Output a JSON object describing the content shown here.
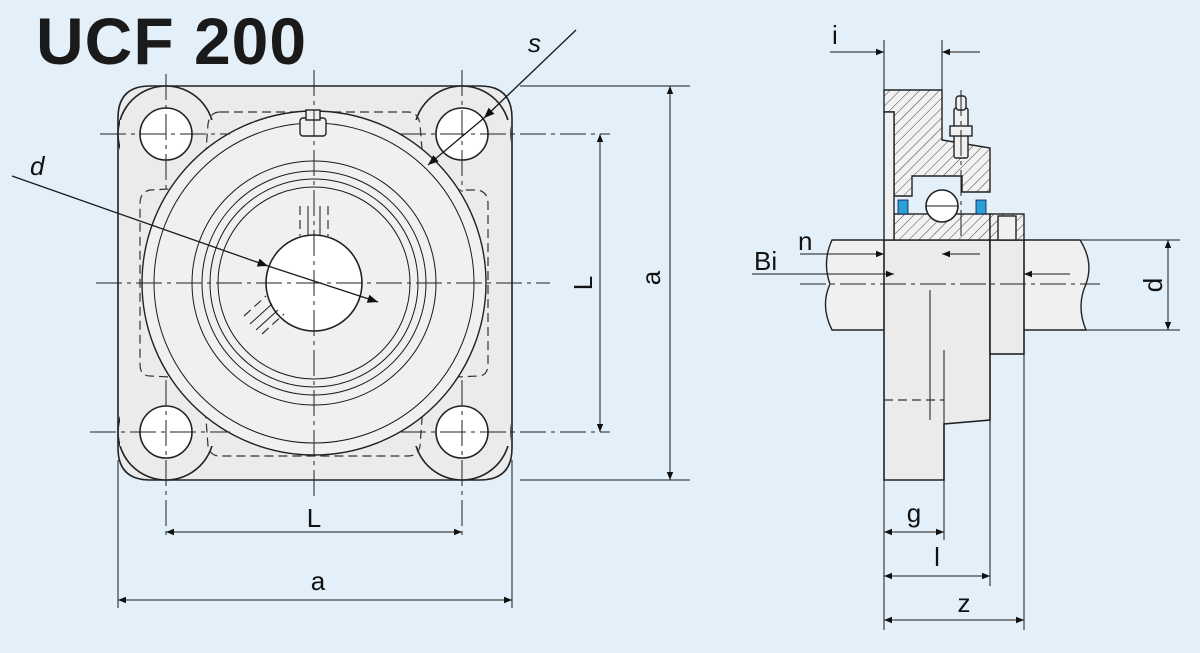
{
  "title": "UCF 200",
  "front_view": {
    "labels": {
      "d": "d",
      "s": "s",
      "L_vertical": "L",
      "a_vertical": "a",
      "L_horizontal": "L",
      "a_horizontal": "a"
    }
  },
  "side_view": {
    "labels": {
      "i": "i",
      "n": "n",
      "Bi": "Bi",
      "d": "d",
      "g": "g",
      "l": "l",
      "z": "z"
    }
  },
  "colors": {
    "background": "#e3f0f9",
    "part_fill": "#ebebeb",
    "seal": "#2aa0d8",
    "outline": "#222222"
  }
}
